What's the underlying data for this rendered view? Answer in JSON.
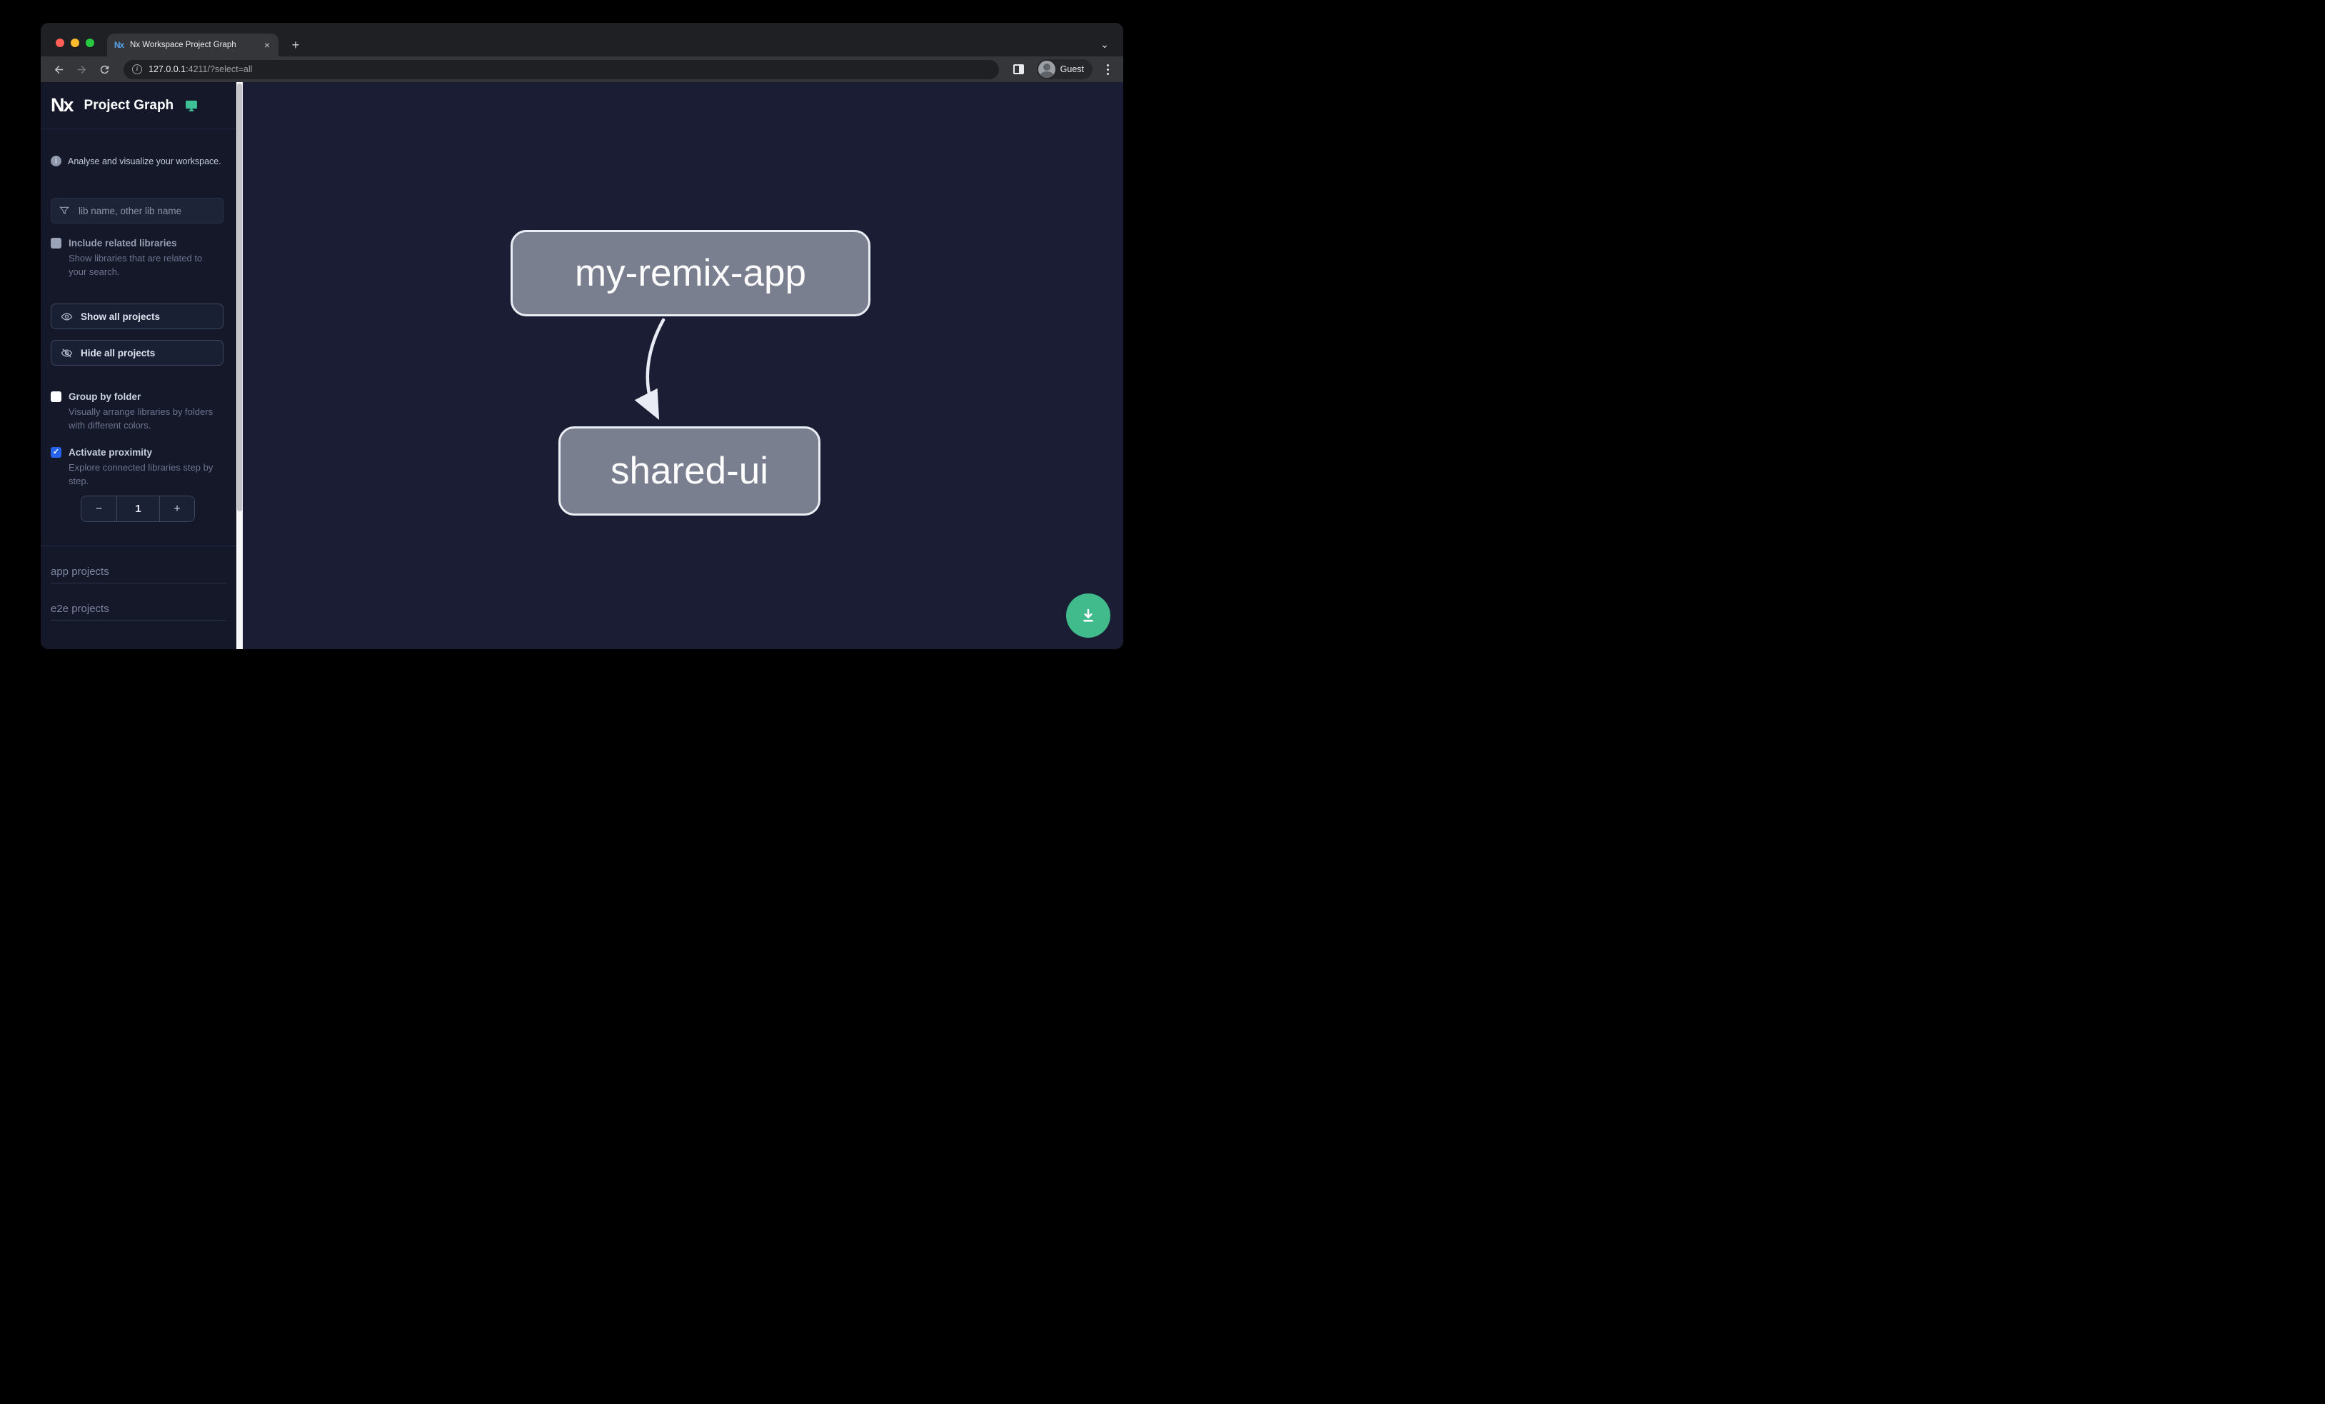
{
  "browser": {
    "tab": {
      "title": "Nx Workspace Project Graph",
      "close_glyph": "×",
      "favicon_text": "Nx"
    },
    "new_tab_glyph": "+",
    "tab_search_glyph": "⌄",
    "url": {
      "host": "127.0.0.1",
      "rest": ":4211/?select=all"
    },
    "profile_label": "Guest"
  },
  "sidebar": {
    "app_title": "Project Graph",
    "logo_text": "Nx",
    "tagline": "Analyse and visualize your workspace.",
    "info_glyph": "i",
    "filter": {
      "placeholder": "lib name, other lib name"
    },
    "include_related": {
      "label": "Include related libraries",
      "description": "Show libraries that are related to your search.",
      "checked": false
    },
    "show_all_label": "Show all projects",
    "hide_all_label": "Hide all projects",
    "group_by_folder": {
      "label": "Group by folder",
      "description": "Visually arrange libraries by folders with different colors.",
      "checked": false
    },
    "activate_proximity": {
      "label": "Activate proximity",
      "description": "Explore connected libraries step by step.",
      "checked": true
    },
    "proximity_stepper": {
      "minus_glyph": "−",
      "value": "1",
      "plus_glyph": "+"
    },
    "sections": [
      {
        "label": "app projects"
      },
      {
        "label": "e2e projects"
      }
    ]
  },
  "graph": {
    "nodes": [
      {
        "label": "my-remix-app"
      },
      {
        "label": "shared-ui"
      }
    ],
    "edges": [
      {
        "from": "my-remix-app",
        "to": "shared-ui"
      }
    ]
  },
  "colors": {
    "accent_green": "#41ba8c",
    "accent_blue": "#2563eb",
    "node_fill": "#7a7f90",
    "canvas_bg": "#1a1d33",
    "sidebar_bg": "#141829"
  }
}
